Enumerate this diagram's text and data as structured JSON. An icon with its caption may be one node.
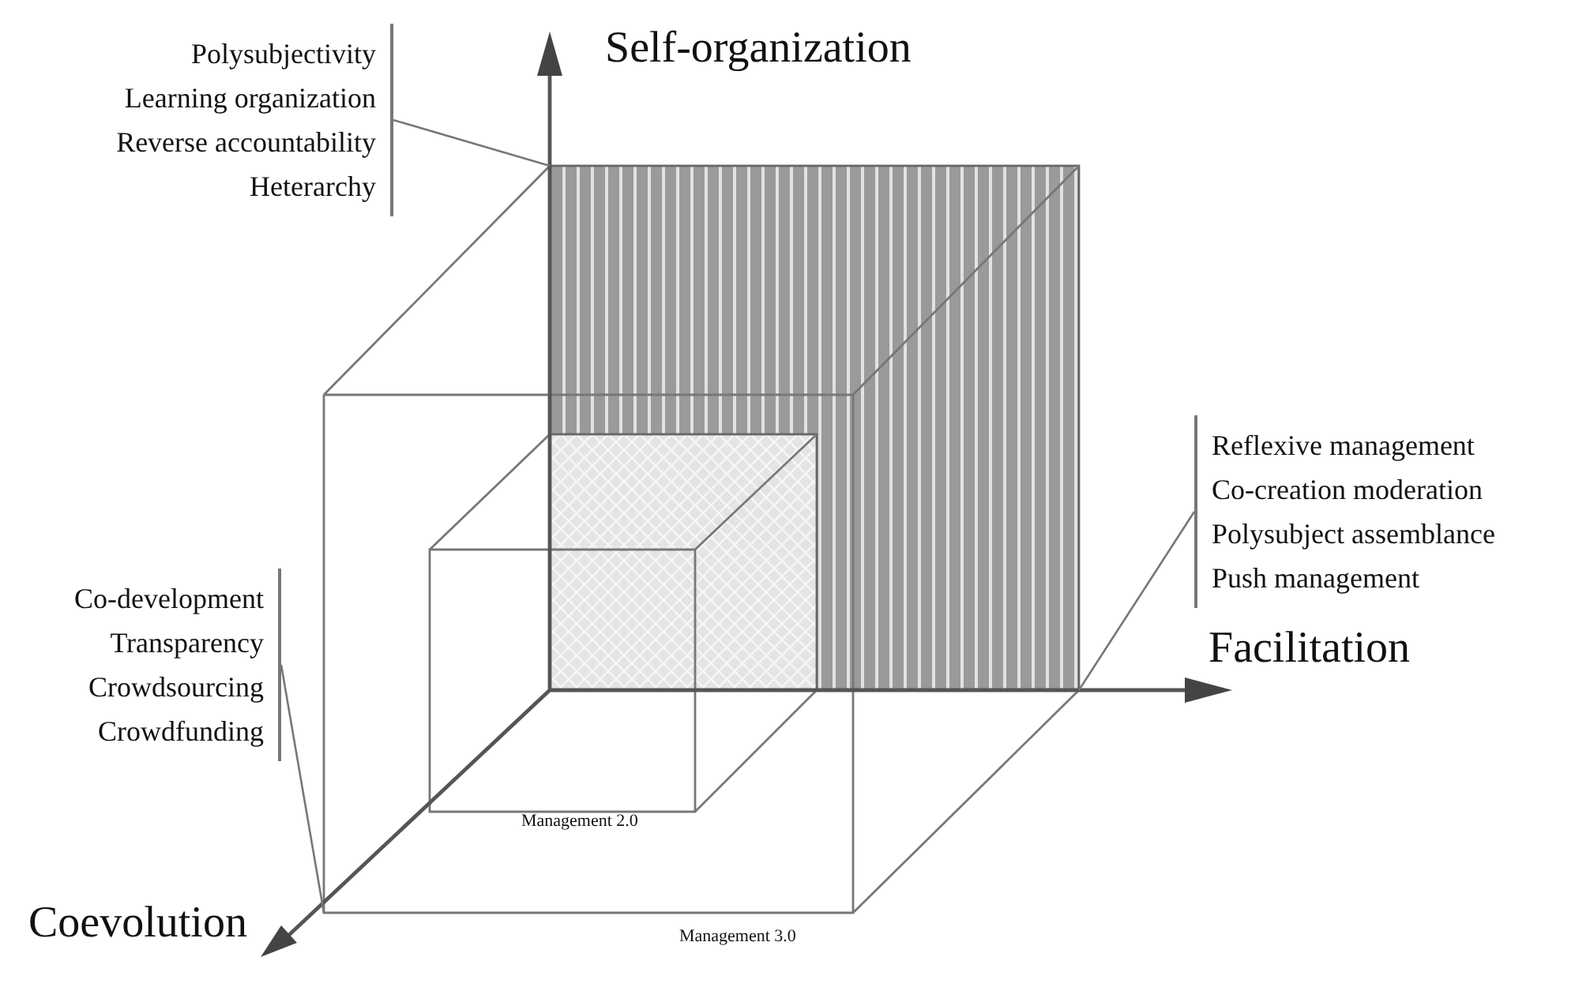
{
  "diagram": {
    "nodes": [
      {
        "text": [
          "Polysubjectivity",
          "Learning organization",
          "Reverse accountability",
          "Heterarchy"
        ]
      },
      {
        "text": [
          "Reflexive management",
          "Co-creation moderation",
          "Polysubject assemblance",
          "Push management"
        ]
      },
      {
        "text": [
          "Co-development",
          "Transparency",
          "Crowdsourcing",
          "Crowdfunding"
        ]
      }
    ],
    "edges": [
      {
        "from": 0,
        "to": null,
        "arrow": "none"
      },
      {
        "from": 1,
        "to": null,
        "arrow": "none"
      },
      {
        "from": 2,
        "to": null,
        "arrow": "none"
      }
    ],
    "labels": [
      "Self-organization",
      "Facilitation",
      "Management 2.0",
      "Coevolution",
      "Management 3.0"
    ]
  }
}
